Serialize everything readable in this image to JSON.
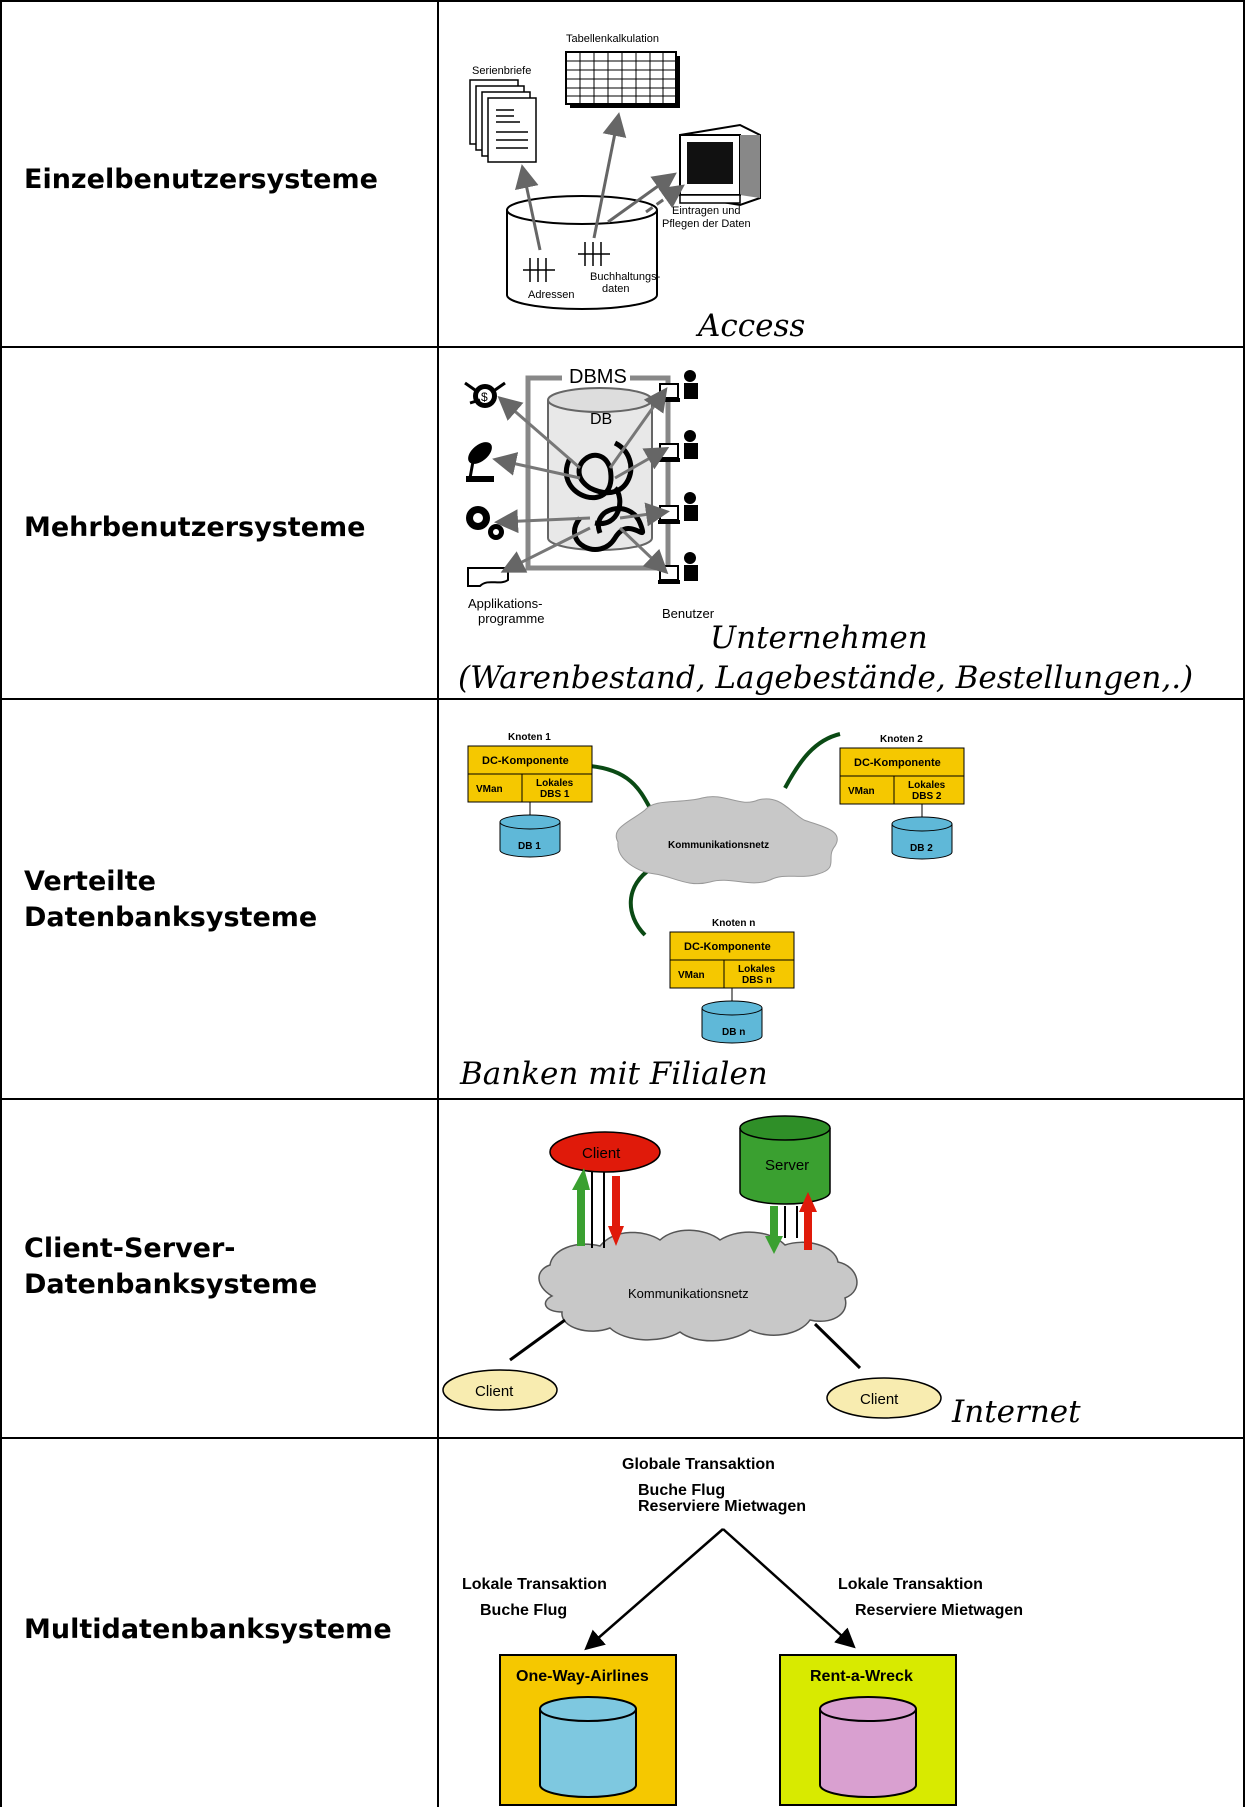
{
  "rows": [
    {
      "label": "Einzelbenutzersysteme",
      "diagram": {
        "tabelle": "Tabellenkalkulation",
        "serienbriefe": "Serienbriefe",
        "eintragen": "Eintragen und",
        "pflegen": "Pflegen der Daten",
        "buchhaltung1": "Buchhaltungs-",
        "buchhaltung2": "daten",
        "adressen": "Adressen",
        "example": "Access"
      }
    },
    {
      "label": "Mehrbenutzersysteme",
      "diagram": {
        "dbms": "DBMS",
        "db": "DB",
        "applikation1": "Applikations-",
        "applikation2": "programme",
        "benutzer": "Benutzer",
        "example1": "Unternehmen",
        "example2": "(Warenbestand, Lagebestände, Bestellungen,.)"
      }
    },
    {
      "label": "Verteilte\nDatenbanksysteme",
      "diagram": {
        "knoten1": "Knoten 1",
        "knoten2": "Knoten 2",
        "knotenn": "Knoten n",
        "dc": "DC-Komponente",
        "vman": "VMan",
        "lokales": "Lokales",
        "dbs1": "DBS 1",
        "dbs2": "DBS 2",
        "dbsn": "DBS n",
        "db1": "DB 1",
        "db2": "DB 2",
        "dbn": "DB n",
        "netz": "Kommunikationsnetz",
        "example": "Banken mit Filialen"
      }
    },
    {
      "label": "Client-Server-\nDatenbanksysteme",
      "diagram": {
        "client": "Client",
        "server": "Server",
        "netz": "Kommunikationsnetz",
        "example": "Internet"
      }
    },
    {
      "label": "Multidatenbanksysteme",
      "diagram": {
        "global": "Globale Transaktion",
        "buche": "Buche Flug",
        "reserviere": "Reserviere Mietwagen",
        "lokal": "Lokale Transaktion",
        "airline": "One-Way-Airlines",
        "rent": "Rent-a-Wreck"
      }
    }
  ],
  "colors": {
    "yellow": "#f5c800",
    "lime": "#d8ea00",
    "cyan": "#5fb8d8",
    "pink": "#d9a0d0",
    "red": "#e01a0a",
    "green": "#3aa030",
    "cloud": "#c8c8c8",
    "clientYellow": "#f8ecb0"
  }
}
